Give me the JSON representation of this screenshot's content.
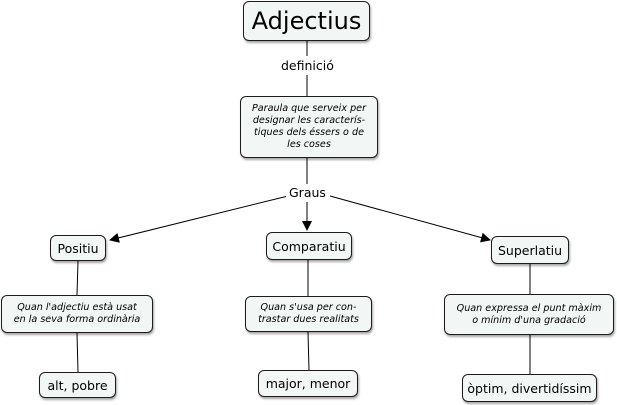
{
  "map": {
    "root": "Adjectius",
    "link_definicio": "definició",
    "definition": {
      "line1": "Paraula que serveix per",
      "line2": "designar les caracterís-",
      "line3": "tiques dels éssers o de",
      "line4": "les coses"
    },
    "link_graus": "Graus",
    "positiu": {
      "title": "Positiu",
      "desc_line1": "Quan l'adjectiu està usat",
      "desc_line2": "en la seva forma ordinària",
      "example": "alt, pobre"
    },
    "comparatiu": {
      "title": "Comparatiu",
      "desc_line1": "Quan s'usa per con-",
      "desc_line2": "trastar dues realitats",
      "example": "major, menor"
    },
    "superlatiu": {
      "title": "Superlatiu",
      "desc_line1": "Quan expressa el punt màxim",
      "desc_line2": "o mínim d'una gradació",
      "example": "òptim, divertidíssim"
    }
  },
  "colors": {
    "node_fill": "#f2f7f6",
    "border": "#1c1c1c"
  }
}
